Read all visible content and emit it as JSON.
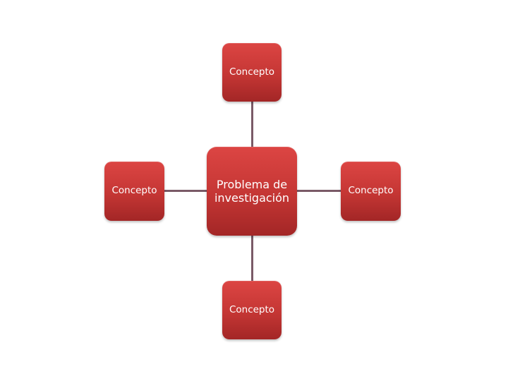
{
  "diagram": {
    "center": {
      "label": "Problema de investigación"
    },
    "nodes": {
      "top": {
        "label": "Concepto"
      },
      "left": {
        "label": "Concepto"
      },
      "right": {
        "label": "Concepto"
      },
      "bottom": {
        "label": "Concepto"
      }
    }
  },
  "colors": {
    "node_fill_top": "#dc4543",
    "node_fill_bottom": "#a32626",
    "connector": "#7a5a67",
    "text": "#ffffff"
  }
}
